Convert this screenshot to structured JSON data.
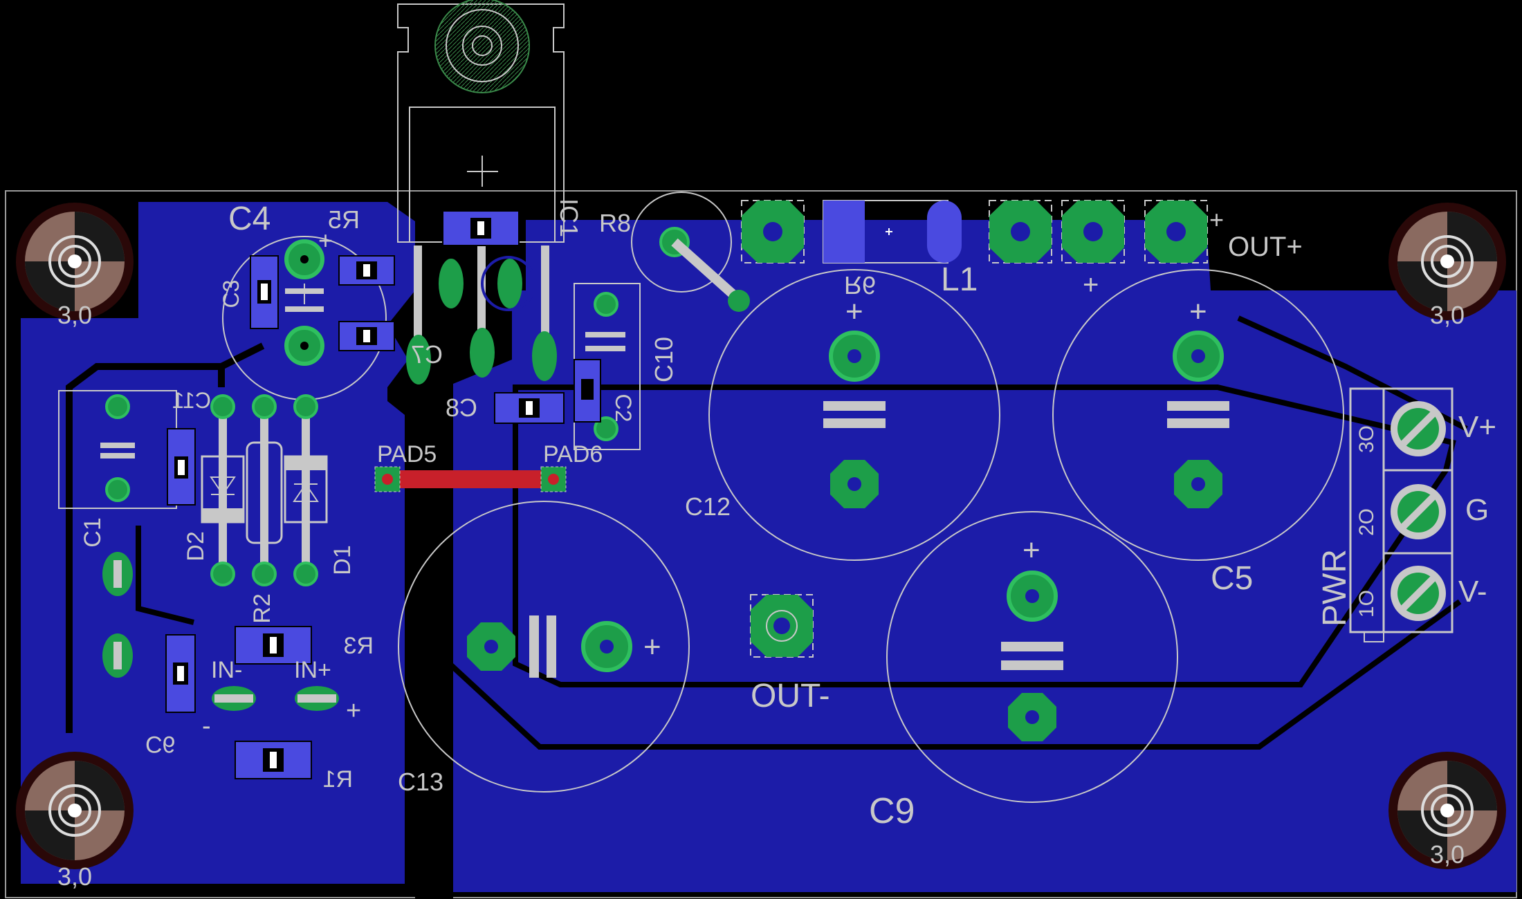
{
  "colors": {
    "background": "#000000",
    "copper": "#1c1ca8",
    "copper_dark": "#121290",
    "silk": "#c8c8c8",
    "silk_light": "#e0e0e0",
    "pad": "#1d9e49",
    "pad_ring": "#2fbf5f",
    "smd": "#4a4ae0",
    "trace_red": "#c8202a",
    "hole_bronze": "#8a6a60",
    "hole_dark": "#2a0808",
    "outline": "#9a9a9a"
  },
  "labels": {
    "c4": "C4",
    "r5": "R5",
    "ic1": "IC1",
    "r8": "R8",
    "r6": "R6",
    "l1": "L1",
    "out_plus": "OUT+",
    "plus": "+",
    "c3": "C3",
    "c7": "C7",
    "c10": "C10",
    "c8": "C8",
    "c2": "C2",
    "c11": "C11",
    "pad5": "PAD5",
    "pad6": "PAD6",
    "c12": "C12",
    "c5": "C5",
    "c1": "C1",
    "d2": "D2",
    "r2": "R2",
    "d1": "D1",
    "r3": "R3",
    "in_minus": "IN-",
    "in_plus": "IN+",
    "c6": "C6",
    "r1": "R1",
    "c13": "C13",
    "out_minus": "OUT-",
    "c9": "C9",
    "pwr": "PWR",
    "v_plus": "V+",
    "g": "G",
    "v_minus": "V-",
    "pin3": "3O",
    "pin2": "2O",
    "pin1": "1O",
    "hole_label": "3,0",
    "minus": "-"
  }
}
